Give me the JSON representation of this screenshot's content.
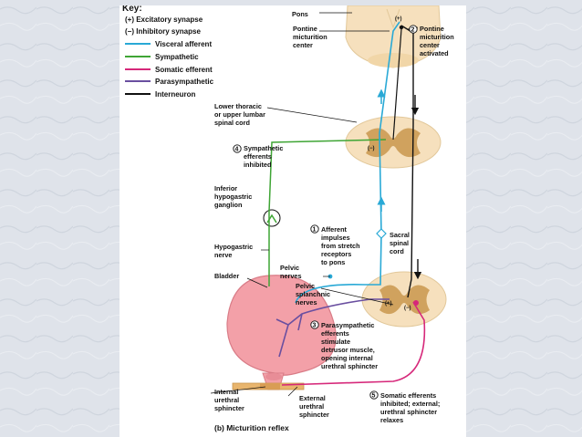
{
  "colors": {
    "slide_bg": "#dfe3ea",
    "visceral_afferent": "#29a9d6",
    "sympathetic": "#3fa535",
    "somatic_efferent": "#d6287a",
    "parasympathetic": "#6a4fa0",
    "interneuron": "#111111",
    "spinal_cord": "#f6e0bd",
    "gray_matter": "#c9974d",
    "bladder": "#f3a0a8",
    "sphincter": "#e8b56d"
  },
  "key": {
    "title": "Key:",
    "items": [
      {
        "label": "(+) Excitatory synapse"
      },
      {
        "label": "(−) Inhibitory synapse"
      },
      {
        "label": "Visceral afferent",
        "swatch": "#29a9d6"
      },
      {
        "label": "Sympathetic",
        "swatch": "#3fa535"
      },
      {
        "label": "Somatic efferent",
        "swatch": "#d6287a"
      },
      {
        "label": "Parasympathetic",
        "swatch": "#6a4fa0"
      },
      {
        "label": "Interneuron",
        "swatch": "#111111"
      }
    ]
  },
  "labels": {
    "pons": "Pons",
    "pontine_center": [
      "Pontine",
      "micturition",
      "center"
    ],
    "pontine_activated": {
      "num": "2",
      "lines": [
        "Pontine",
        "micturition",
        "center",
        "activated"
      ]
    },
    "lower_thoracic": [
      "Lower thoracic",
      "or upper lumbar",
      "spinal cord"
    ],
    "sympathetic_inhibited": {
      "num": "4",
      "lines": [
        "Sympathetic",
        "efferents",
        "inhibited"
      ]
    },
    "inferior_ganglion": [
      "Inferior",
      "hypogastric",
      "ganglion"
    ],
    "afferent_impulses": {
      "num": "1",
      "lines": [
        "Afferent",
        "impulses",
        "from stretch",
        "receptors",
        "to pons"
      ]
    },
    "sacral_cord": [
      "Sacral",
      "spinal",
      "cord"
    ],
    "hypogastric_nerve": [
      "Hypogastric",
      "nerve"
    ],
    "pelvic_nerves": [
      "Pelvic",
      "nerves"
    ],
    "bladder": "Bladder",
    "pelvic_splanchnic": [
      "Pelvic",
      "splanchnic",
      "nerves"
    ],
    "parasympathetic_efferents": {
      "num": "3",
      "lines": [
        "Parasympathetic",
        "efferents",
        "stimulate",
        "detrusor muscle,",
        "opening internal",
        "urethral sphincter"
      ]
    },
    "internal_sphincter": [
      "Internal",
      "urethral",
      "sphincter"
    ],
    "external_sphincter": [
      "External",
      "urethral",
      "sphincter"
    ],
    "somatic_inhibited": {
      "num": "5",
      "lines": [
        "Somatic efferents",
        "inhibited; external;",
        "urethral sphincter",
        "relaxes"
      ]
    },
    "caption": "(b) Micturition reflex",
    "synapse_plus": "(+)",
    "synapse_minus": "(−)"
  }
}
